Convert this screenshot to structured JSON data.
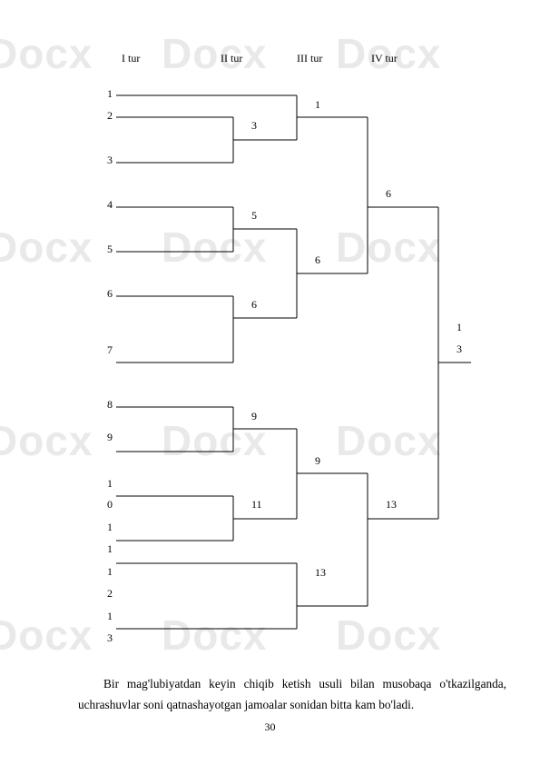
{
  "watermark": "Docx",
  "headers": [
    "I tur",
    "II tur",
    "III tur",
    "IV tur"
  ],
  "seeds": [
    "1",
    "2",
    "3",
    "4",
    "5",
    "6",
    "7",
    "8",
    "9",
    "1",
    "0",
    "1",
    "1",
    "1",
    "2",
    "1",
    "3"
  ],
  "round2_winners": [
    "3",
    "5",
    "6",
    "9",
    "11"
  ],
  "round3_winners": [
    "1",
    "6",
    "9",
    "13"
  ],
  "round4_winners": [
    "6",
    "13"
  ],
  "final_winner": [
    "1",
    "3"
  ],
  "paragraph": {
    "line1": "Bir mag'lubiyatdan keyin chiqib ketish usuli bilan musobaqa o'tkazilganda,",
    "line2": "uchrashuvlar soni qatnashayotgan jamoalar sonidan bitta kam bo'ladi."
  },
  "page_number": "30"
}
